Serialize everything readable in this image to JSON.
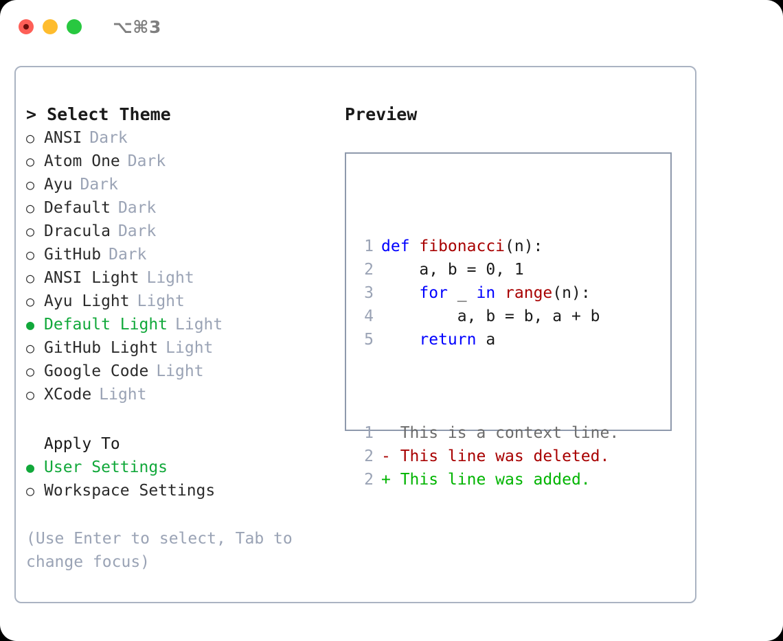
{
  "window": {
    "shortcut": "⌥⌘3",
    "traffic_lights": [
      "close",
      "minimize",
      "maximize"
    ],
    "colors": {
      "close": "#fe5f57",
      "minimize": "#febc2e",
      "maximize": "#28c840",
      "accent_green": "#11a83a",
      "muted": "#9aa3b5",
      "border": "#aab3c2",
      "keyword_blue": "#0000ff",
      "function_red": "#a80000",
      "diff_add_green": "#00b400",
      "diff_del_red": "#a80000"
    }
  },
  "left": {
    "heading_caret": "> ",
    "heading": "Select Theme",
    "bullet_selected": "●",
    "bullet_unselected": "○",
    "themes": [
      {
        "name": "ANSI",
        "badge": "Dark",
        "selected": false
      },
      {
        "name": "Atom One",
        "badge": "Dark",
        "selected": false
      },
      {
        "name": "Ayu",
        "badge": "Dark",
        "selected": false
      },
      {
        "name": "Default",
        "badge": "Dark",
        "selected": false
      },
      {
        "name": "Dracula",
        "badge": "Dark",
        "selected": false
      },
      {
        "name": "GitHub",
        "badge": "Dark",
        "selected": false
      },
      {
        "name": "ANSI Light",
        "badge": "Light",
        "selected": false
      },
      {
        "name": "Ayu Light",
        "badge": "Light",
        "selected": false
      },
      {
        "name": "Default Light",
        "badge": "Light",
        "selected": true
      },
      {
        "name": "GitHub Light",
        "badge": "Light",
        "selected": false
      },
      {
        "name": "Google Code",
        "badge": "Light",
        "selected": false
      },
      {
        "name": "XCode",
        "badge": "Light",
        "selected": false
      }
    ],
    "apply_to_label": "Apply To",
    "apply_to_options": [
      {
        "name": "User Settings",
        "selected": true
      },
      {
        "name": "Workspace Settings",
        "selected": false
      }
    ],
    "hint": "(Use Enter to select, Tab to change focus)"
  },
  "right": {
    "preview_title": "Preview",
    "code_lines": [
      {
        "num": "1",
        "tokens": [
          {
            "t": "def ",
            "c": "kw"
          },
          {
            "t": "fibonacci",
            "c": "fn"
          },
          {
            "t": "(n):",
            "c": "plain"
          }
        ]
      },
      {
        "num": "2",
        "tokens": [
          {
            "t": "    a, b = 0, 1",
            "c": "plain"
          }
        ]
      },
      {
        "num": "3",
        "tokens": [
          {
            "t": "    ",
            "c": "plain"
          },
          {
            "t": "for",
            "c": "kw"
          },
          {
            "t": " _ ",
            "c": "plain"
          },
          {
            "t": "in ",
            "c": "kw"
          },
          {
            "t": "range",
            "c": "fn"
          },
          {
            "t": "(n):",
            "c": "plain"
          }
        ]
      },
      {
        "num": "4",
        "tokens": [
          {
            "t": "        a, b = b, a + b",
            "c": "plain"
          }
        ]
      },
      {
        "num": "5",
        "tokens": [
          {
            "t": "    ",
            "c": "plain"
          },
          {
            "t": "return",
            "c": "kw"
          },
          {
            "t": " a",
            "c": "plain"
          }
        ]
      }
    ],
    "diff_lines": [
      {
        "num": "1",
        "marker": "  ",
        "text": "This is a context line.",
        "kind": "diff-ctx"
      },
      {
        "num": "2",
        "marker": "- ",
        "text": "This line was deleted.",
        "kind": "diff-del"
      },
      {
        "num": "2",
        "marker": "+ ",
        "text": "This line was added.",
        "kind": "diff-add"
      }
    ]
  }
}
